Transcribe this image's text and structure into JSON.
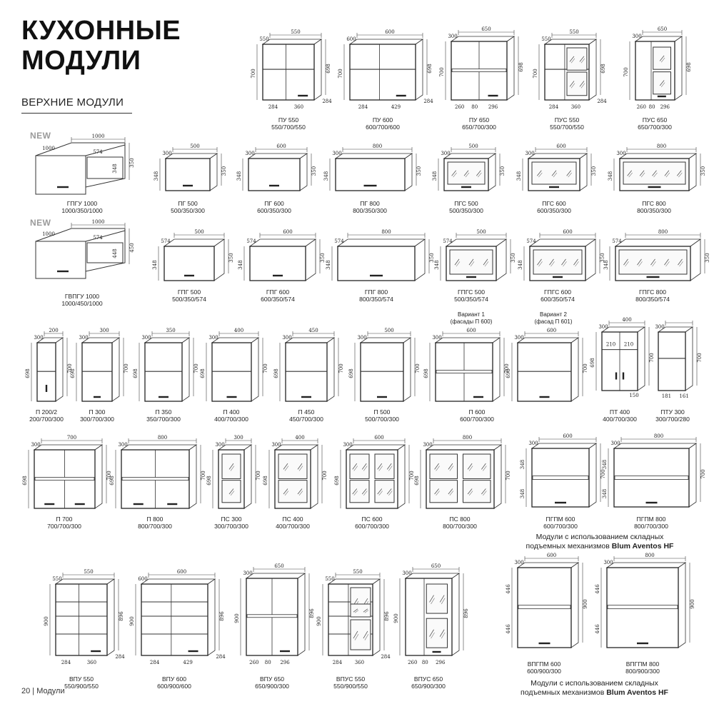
{
  "header": {
    "title": "КУХОННЫЕ МОДУЛИ",
    "subtitle": "ВЕРХНИЕ МОДУЛИ"
  },
  "footer": {
    "page": "20 | Модули"
  },
  "badges": {
    "new1": "NEW",
    "new2": "NEW"
  },
  "notes": {
    "variant1": "Вариант 1\n(фасады П 600)",
    "variant2": "Вариант 2\n(фасад П 601)",
    "blum1_line1": "Модули с использованием складных",
    "blum1_line2": "подъемных механизмов",
    "blum1_brand": "Blum Aventos HF",
    "blum2_line1": "Модули с использованием складных",
    "blum2_line2": "подъемных механизмов",
    "blum2_brand": "Blum Aventos HF"
  },
  "modules": [
    {
      "id": "pu550",
      "name": "ПУ 550",
      "size": "550/700/550",
      "type": "corner",
      "dims": {
        "top": "550",
        "depth": "550",
        "left": "700",
        "right": "698",
        "b1": "284",
        "b2": "360",
        "side": "284"
      }
    },
    {
      "id": "pu600",
      "name": "ПУ 600",
      "size": "600/700/600",
      "type": "corner",
      "dims": {
        "top": "600",
        "depth": "600",
        "left": "700",
        "right": "698",
        "b1": "284",
        "b2": "429",
        "side": "284"
      }
    },
    {
      "id": "pu650",
      "name": "ПУ 650",
      "size": "650/700/300",
      "type": "box2",
      "dims": {
        "top": "650",
        "depth": "300",
        "left": "700",
        "right": "698",
        "b1": "260",
        "b2": "80",
        "b3": "296"
      }
    },
    {
      "id": "pus550",
      "name": "ПУС 550",
      "size": "550/700/550",
      "type": "cornerglass",
      "dims": {
        "top": "550",
        "depth": "550",
        "left": "700",
        "right": "698",
        "b1": "284",
        "b2": "360",
        "side": "284"
      }
    },
    {
      "id": "pus650",
      "name": "ПУС 650",
      "size": "650/700/300",
      "type": "glasscorner",
      "dims": {
        "top": "650",
        "depth": "300",
        "left": "700",
        "right": "698",
        "b1": "260",
        "b2": "80",
        "b3": "296"
      }
    },
    {
      "id": "gpgu1000",
      "name": "ГПГУ 1000",
      "size": "1000/350/1000",
      "type": "lcorner",
      "dims": {
        "top": "1000",
        "depth": "1000",
        "d2": "574",
        "h1": "348",
        "h2": "350"
      }
    },
    {
      "id": "gvpgu1000",
      "name": "ГВПГУ 1000",
      "size": "1000/450/1000",
      "type": "lcorner",
      "dims": {
        "top": "1000",
        "depth": "1000",
        "d2": "574",
        "h1": "448",
        "h2": "450"
      }
    },
    {
      "id": "pg500",
      "name": "ПГ 500",
      "size": "500/350/300",
      "type": "flat",
      "dims": {
        "top": "500",
        "depth": "300",
        "left": "348",
        "right": "350"
      }
    },
    {
      "id": "pg600",
      "name": "ПГ 600",
      "size": "600/350/300",
      "type": "flat",
      "dims": {
        "top": "600",
        "depth": "300",
        "left": "348",
        "right": "350"
      }
    },
    {
      "id": "pg800",
      "name": "ПГ 800",
      "size": "800/350/300",
      "type": "flat",
      "dims": {
        "top": "800",
        "depth": "300",
        "left": "348",
        "right": "350"
      }
    },
    {
      "id": "pgs500",
      "name": "ПГС 500",
      "size": "500/350/300",
      "type": "flatglass",
      "dims": {
        "top": "500",
        "depth": "300",
        "left": "348",
        "right": "350"
      }
    },
    {
      "id": "pgs600",
      "name": "ПГС 600",
      "size": "600/350/300",
      "type": "flatglass",
      "dims": {
        "top": "600",
        "depth": "300",
        "left": "348",
        "right": "350"
      }
    },
    {
      "id": "pgs800",
      "name": "ПГС 800",
      "size": "800/350/300",
      "type": "flatglass",
      "dims": {
        "top": "800",
        "depth": "300",
        "left": "348",
        "right": "350"
      }
    },
    {
      "id": "gpg500",
      "name": "ГПГ 500",
      "size": "500/350/574",
      "type": "deepflat",
      "dims": {
        "top": "500",
        "depth": "574",
        "left": "348",
        "right": "350"
      }
    },
    {
      "id": "gpg600",
      "name": "ГПГ 600",
      "size": "600/350/574",
      "type": "deepflat",
      "dims": {
        "top": "600",
        "depth": "574",
        "left": "348",
        "right": "350"
      }
    },
    {
      "id": "gpg800",
      "name": "ГПГ 800",
      "size": "800/350/574",
      "type": "deepflat",
      "dims": {
        "top": "800",
        "depth": "574",
        "left": "348",
        "right": "350"
      }
    },
    {
      "id": "gpgs500",
      "name": "ГПГС 500",
      "size": "500/350/574",
      "type": "deepglass",
      "dims": {
        "top": "500",
        "depth": "574",
        "left": "348",
        "right": "350"
      }
    },
    {
      "id": "gpgs600",
      "name": "ГПГС 600",
      "size": "600/350/574",
      "type": "deepglass",
      "dims": {
        "top": "600",
        "depth": "574",
        "left": "348",
        "right": "350"
      }
    },
    {
      "id": "gpgs800",
      "name": "ГПГС 800",
      "size": "800/350/574",
      "type": "deepglass",
      "dims": {
        "top": "800",
        "depth": "574",
        "left": "348",
        "right": "350"
      }
    },
    {
      "id": "p200",
      "name": "П 200/2",
      "size": "200/700/300",
      "type": "box1",
      "dims": {
        "top": "200",
        "depth": "300",
        "left": "698",
        "right": "700"
      }
    },
    {
      "id": "p300",
      "name": "П 300",
      "size": "300/700/300",
      "type": "box1",
      "dims": {
        "top": "300",
        "depth": "300",
        "left": "698",
        "right": "700"
      }
    },
    {
      "id": "p350",
      "name": "П 350",
      "size": "350/700/300",
      "type": "box1",
      "dims": {
        "top": "350",
        "depth": "300",
        "left": "698",
        "right": "700"
      }
    },
    {
      "id": "p400",
      "name": "П 400",
      "size": "400/700/300",
      "type": "box1",
      "dims": {
        "top": "400",
        "depth": "300",
        "left": "698",
        "right": "700"
      }
    },
    {
      "id": "p450",
      "name": "П 450",
      "size": "450/700/300",
      "type": "box1",
      "dims": {
        "top": "450",
        "depth": "300",
        "left": "698",
        "right": "700"
      }
    },
    {
      "id": "p500",
      "name": "П 500",
      "size": "500/700/300",
      "type": "box1",
      "dims": {
        "top": "500",
        "depth": "300",
        "left": "698",
        "right": "700"
      }
    },
    {
      "id": "p600a",
      "name": "",
      "size": "",
      "type": "box2",
      "dims": {
        "top": "600",
        "depth": "300",
        "left": "698",
        "right": "700"
      }
    },
    {
      "id": "p600b",
      "name": "",
      "size": "",
      "type": "box1",
      "dims": {
        "top": "600",
        "depth": "300",
        "left": "698",
        "right": "700"
      }
    },
    {
      "id": "pt400",
      "name": "ПТ 400",
      "size": "400/700/300",
      "type": "pt",
      "dims": {
        "top": "400",
        "depth": "300",
        "left": "698",
        "right": "700",
        "b1": "210",
        "b2": "210",
        "b3": "150"
      }
    },
    {
      "id": "ptu300",
      "name": "ПТУ 300",
      "size": "300/700/280",
      "type": "ptu",
      "dims": {
        "top": "",
        "depth": "300",
        "left": "",
        "right": "700",
        "b1": "181",
        "b2": "161"
      }
    },
    {
      "id": "p700",
      "name": "П 700",
      "size": "700/700/300",
      "type": "box2",
      "dims": {
        "top": "700",
        "depth": "300",
        "left": "698",
        "right": "700"
      }
    },
    {
      "id": "p800",
      "name": "П 800",
      "size": "800/700/300",
      "type": "box2",
      "dims": {
        "top": "800",
        "depth": "300",
        "left": "698",
        "right": "700"
      }
    },
    {
      "id": "ps300",
      "name": "ПС 300",
      "size": "300/700/300",
      "type": "glass1",
      "dims": {
        "top": "300",
        "depth": "300",
        "left": "698",
        "right": "700"
      }
    },
    {
      "id": "ps400",
      "name": "ПС 400",
      "size": "400/700/300",
      "type": "glass1",
      "dims": {
        "top": "400",
        "depth": "300",
        "left": "698",
        "right": "700"
      }
    },
    {
      "id": "ps600",
      "name": "ПС 600",
      "size": "600/700/300",
      "type": "glass2",
      "dims": {
        "top": "600",
        "depth": "300",
        "left": "698",
        "right": "700"
      }
    },
    {
      "id": "ps800",
      "name": "ПС 800",
      "size": "800/700/300",
      "type": "glass2",
      "dims": {
        "top": "800",
        "depth": "300",
        "left": "698",
        "right": "700"
      }
    },
    {
      "id": "pgpm600",
      "name": "ПГПМ 600",
      "size": "600/700/300",
      "type": "lift",
      "dims": {
        "top": "600",
        "depth": "300",
        "left": "348",
        "left2": "348",
        "right": "700"
      }
    },
    {
      "id": "pgpm800",
      "name": "ПГПМ 800",
      "size": "800/700/300",
      "type": "lift",
      "dims": {
        "top": "800",
        "depth": "300",
        "left": "348",
        "left2": "348",
        "right": "700"
      }
    },
    {
      "id": "vpu550",
      "name": "ВПУ 550",
      "size": "550/900/550",
      "type": "corner",
      "dims": {
        "top": "550",
        "depth": "550",
        "left": "900",
        "right": "896",
        "b1": "284",
        "b2": "360",
        "side": "284"
      }
    },
    {
      "id": "vpu600",
      "name": "ВПУ 600",
      "size": "600/900/600",
      "type": "corner",
      "dims": {
        "top": "600",
        "depth": "600",
        "left": "900",
        "right": "896",
        "b1": "284",
        "b2": "429",
        "side": "284"
      }
    },
    {
      "id": "vpu650",
      "name": "ВПУ 650",
      "size": "650/900/300",
      "type": "box2",
      "dims": {
        "top": "650",
        "depth": "300",
        "left": "900",
        "right": "896",
        "b1": "260",
        "b2": "80",
        "b3": "296"
      }
    },
    {
      "id": "vpus550",
      "name": "ВПУС 550",
      "size": "550/900/550",
      "type": "cornerglass",
      "dims": {
        "top": "550",
        "depth": "550",
        "left": "900",
        "right": "896",
        "b1": "284",
        "b2": "360",
        "side": "284"
      }
    },
    {
      "id": "vpus650",
      "name": "ВПУС 650",
      "size": "650/900/300",
      "type": "glasscorner",
      "dims": {
        "top": "650",
        "depth": "300",
        "left": "900",
        "right": "896",
        "b1": "260",
        "b2": "80",
        "b3": "296"
      }
    },
    {
      "id": "vpgpm600",
      "name": "ВПГПМ 600",
      "size": "600/900/300",
      "type": "lift",
      "dims": {
        "top": "600",
        "depth": "300",
        "left": "446",
        "left2": "446",
        "right": "900"
      }
    },
    {
      "id": "vpgpm800",
      "name": "ВПГПМ 800",
      "size": "800/900/300",
      "type": "lift",
      "dims": {
        "top": "800",
        "depth": "300",
        "left": "446",
        "left2": "446",
        "right": "900"
      }
    }
  ],
  "shared_labels": {
    "p600_name": "П 600",
    "p600_size": "600/700/300"
  }
}
